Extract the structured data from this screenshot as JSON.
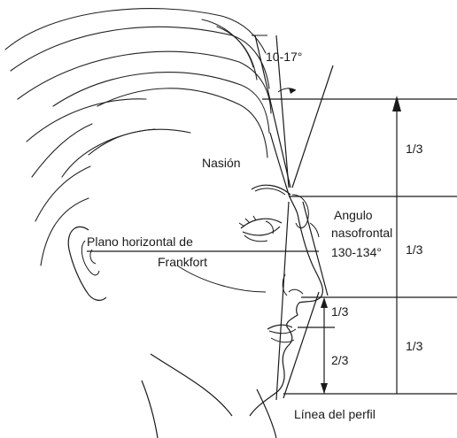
{
  "labels": {
    "angle_top": "10-17°",
    "nasion": "Nasión",
    "angulo": "Angulo",
    "nasofrontal": "nasofrontal",
    "nasofrontal_value": "130-134°",
    "frankfort_line1": "Plano horizontal de",
    "frankfort_line2": "Frankfort",
    "third_upper": "1/3",
    "third_middle": "1/3",
    "third_lower": "1/3",
    "lip_upper": "1/3",
    "lip_lower": "2/3",
    "profile_line": "Línea del perfil"
  }
}
